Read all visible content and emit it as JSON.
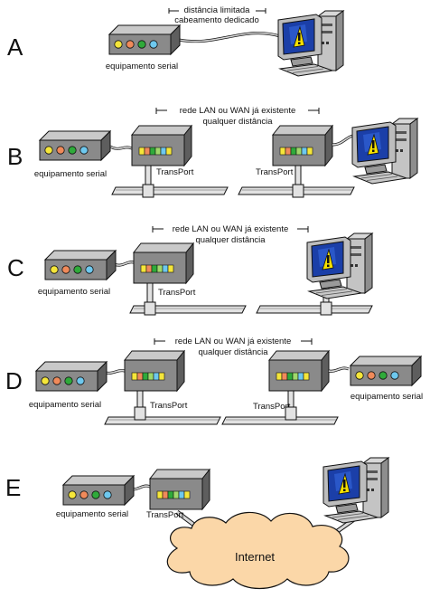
{
  "colors": {
    "device_top": "#c9c9c9",
    "device_front": "#8a8a8a",
    "device_side": "#5e5e5e",
    "led_yellow": "#f5e63a",
    "led_orange": "#f08a5a",
    "led_green": "#2faa3a",
    "led_blue": "#6ec8ee",
    "cable": "#d8d8d8",
    "cloud": "#fbd7a8",
    "screen": "#1b3fa8",
    "warning": "#f5e000"
  },
  "icons": [
    "serial-device-icon",
    "transport-device-icon",
    "computer-icon",
    "lan-segment-icon",
    "cloud-icon"
  ],
  "scenarios": {
    "a": {
      "letter": "A",
      "bracket_line1": "distância limitada",
      "bracket_line2": "cabeamento dedicado",
      "serial_label": "equipamento serial"
    },
    "b": {
      "letter": "B",
      "bracket_line1": "rede LAN ou WAN já existente",
      "bracket_line2": "qualquer distância",
      "serial_label": "equipamento serial",
      "transport_label_left": "TransPort",
      "transport_label_right": "TransPort"
    },
    "c": {
      "letter": "C",
      "bracket_line1": "rede LAN ou WAN já existente",
      "bracket_line2": "qualquer distância",
      "serial_label": "equipamento serial",
      "transport_label": "TransPort"
    },
    "d": {
      "letter": "D",
      "bracket_line1": "rede LAN ou WAN já existente",
      "bracket_line2": "qualquer distância",
      "serial_label_left": "equipamento serial",
      "serial_label_right": "equipamento serial",
      "transport_label_left": "TransPort",
      "transport_label_right": "TransPort"
    },
    "e": {
      "letter": "E",
      "serial_label": "equipamento serial",
      "transport_label": "TransPort",
      "cloud_label": "Internet"
    }
  }
}
